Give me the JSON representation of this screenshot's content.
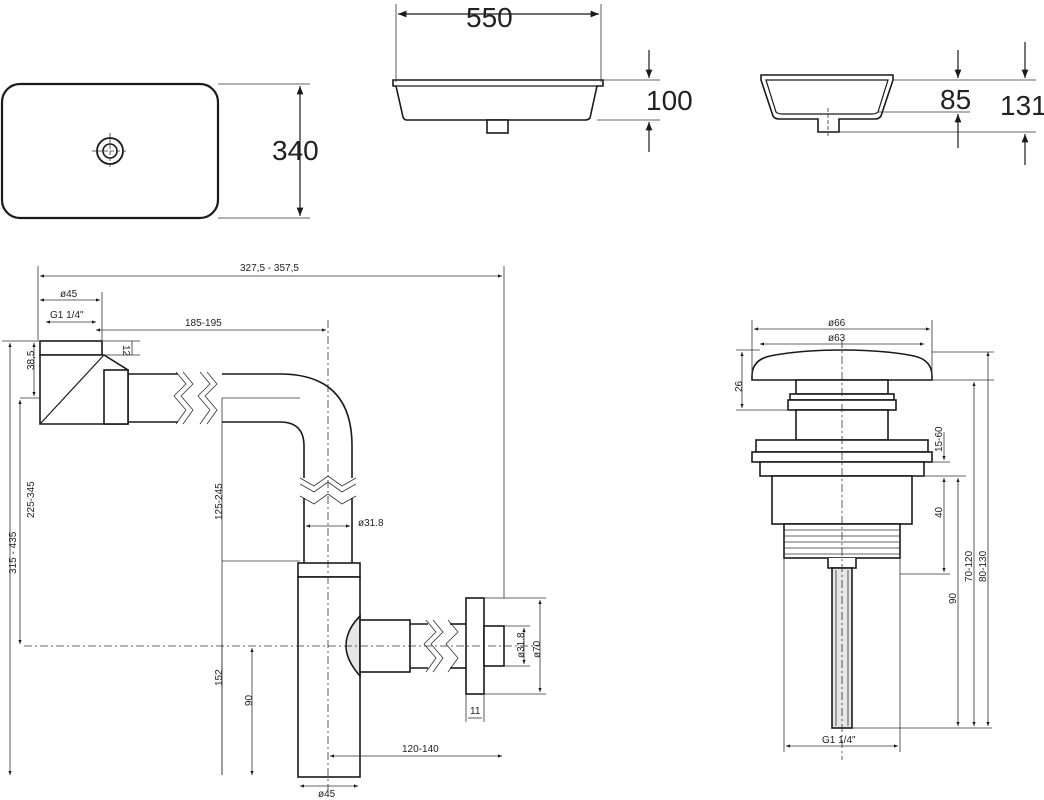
{
  "basin": {
    "length": "550",
    "width": "340",
    "height_front": "100",
    "depth_inner": "85",
    "height_total": "131"
  },
  "siphon": {
    "total_width": "327,5 - 357,5",
    "dia_inlet": "ø45",
    "thread_inlet": "G1 1/4\"",
    "horiz_len": "185-195",
    "dim_12": "12",
    "dim_38_5": "38,5",
    "height_315": "315 - 435",
    "height_225": "225-345",
    "vert_125": "125-245",
    "dia_pipe": "ø31.8",
    "dia_outlet": "ø31.8",
    "dia_70": "ø70",
    "dim_11": "11",
    "dim_152": "152",
    "dim_90": "90",
    "outlet_len": "120-140",
    "dia_bottom": "ø45"
  },
  "valve": {
    "dia_66": "ø66",
    "dia_63": "ø63",
    "dim_26": "26",
    "dim_15_60": "15-60",
    "dim_40": "40",
    "dim_90": "90",
    "dim_70_120": "70-120",
    "dim_80_130": "80-130",
    "thread": "G1 1/4\""
  }
}
